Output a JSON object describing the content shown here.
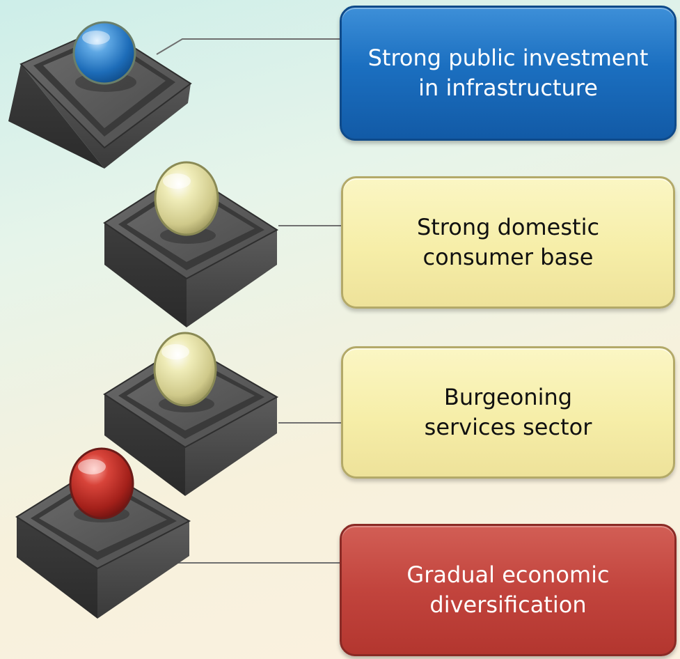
{
  "items": [
    {
      "text": "Strong public investment\nin infrastructure",
      "color": "#1b6fc0",
      "ball": "blue"
    },
    {
      "text": "Strong domestic\nconsumer base",
      "color": "#f6eea8",
      "ball": "yellow"
    },
    {
      "text": "Burgeoning\nservices sector",
      "color": "#f6eea8",
      "ball": "yellow"
    },
    {
      "text": "Gradual economic\ndiversification",
      "color": "#c2443d",
      "ball": "red"
    }
  ]
}
